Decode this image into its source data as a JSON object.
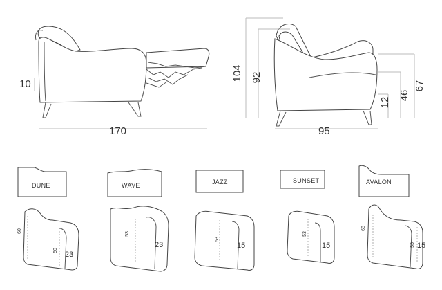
{
  "side_view": {
    "seat_height": "10",
    "total_length": "170"
  },
  "front_view": {
    "total_height": "104",
    "back_height": "92",
    "armrest_height": "67",
    "seat_height": "46",
    "leg_height": "12",
    "depth": "95"
  },
  "armrests": [
    {
      "name": "DUNE",
      "height": "60",
      "inner": "50",
      "width": "23"
    },
    {
      "name": "WAVE",
      "height": "53",
      "width": "23"
    },
    {
      "name": "JAZZ",
      "height": "53",
      "width": "15"
    },
    {
      "name": "SUNSET",
      "height": "53",
      "width": "15"
    },
    {
      "name": "AVALON",
      "height": "68",
      "inner": "53",
      "width": "15"
    }
  ]
}
